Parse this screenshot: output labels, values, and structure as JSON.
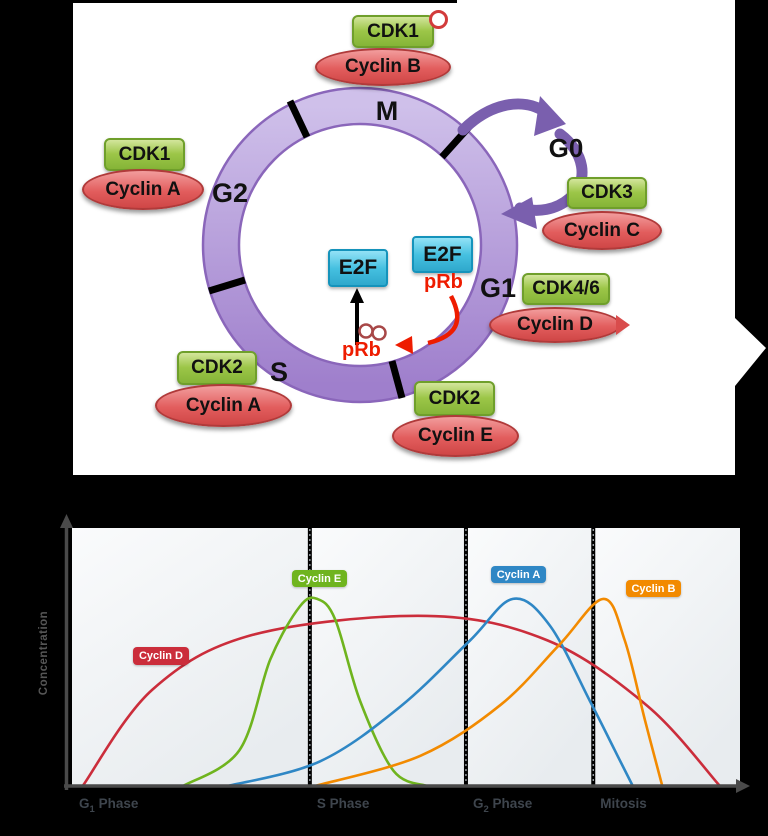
{
  "colors": {
    "background": "#000000",
    "panel": "#ffffff",
    "ring_fill_top": "#cfc0ea",
    "ring_fill_bottom": "#9f7fcc",
    "ring_border": "#8a66ba",
    "g0_arrow": "#7a5fae",
    "cdk_box": "#9cc648",
    "cdk_box_border": "#6f9f2b",
    "cyclin_ellipse": "#e25d5d",
    "cyclin_border": "#b03a3a",
    "e2f_box": "#45c0e0",
    "e2f_border": "#1593bb",
    "prb_text": "#ee1c00",
    "axis": "#4a4a4a",
    "band": "#eef1f4",
    "xlabel_text": "#3e454d"
  },
  "diagram": {
    "phases": {
      "m": "M",
      "g2": "G2",
      "s": "S",
      "g1": "G1",
      "g0": "G0"
    },
    "complexes": [
      {
        "position": "top",
        "cdk": "CDK1",
        "cyclin": "Cyclin B",
        "phosphorylated": true
      },
      {
        "position": "left",
        "cdk": "CDK1",
        "cyclin": "Cyclin A",
        "phosphorylated": false
      },
      {
        "position": "right",
        "cdk": "CDK3",
        "cyclin": "Cyclin C",
        "phosphorylated": false
      },
      {
        "position": "right-lower",
        "cdk": "CDK4/6",
        "cyclin": "Cyclin D",
        "phosphorylated": false
      },
      {
        "position": "bottom-right",
        "cdk": "CDK2",
        "cyclin": "Cyclin E",
        "phosphorylated": false
      },
      {
        "position": "bottom-left",
        "cdk": "CDK2",
        "cyclin": "Cyclin A",
        "phosphorylated": false
      }
    ],
    "e2f_free": "E2F",
    "e2f_bound": "E2F",
    "prb_bound": "pRb",
    "prb_phospho": "pRb"
  },
  "chart_data": {
    "type": "line",
    "title": "",
    "ylabel": "Concentration",
    "xlabel_phases": [
      {
        "pre": "G",
        "sub": "1",
        "post": " Phase"
      },
      {
        "pre": "S",
        "sub": "",
        "post": " Phase"
      },
      {
        "pre": "G",
        "sub": "2",
        "post": " Phase"
      },
      {
        "pre": "Mitosis",
        "sub": "",
        "post": ""
      }
    ],
    "phase_boundaries_pct": [
      0,
      35.5,
      58.8,
      77.8,
      100
    ],
    "x_unit": "progress through cell cycle (%)",
    "y_range": [
      0,
      100
    ],
    "grid": "dotted vertical separators at phase boundaries",
    "legend": "inline color chips above each curve",
    "series": [
      {
        "name": "Cyclin D",
        "color": "#cb2d3b",
        "points": [
          [
            1.6,
            0
          ],
          [
            12,
            51
          ],
          [
            27,
            80
          ],
          [
            53,
            90
          ],
          [
            71,
            77
          ],
          [
            86,
            42
          ],
          [
            96.7,
            0
          ]
        ]
      },
      {
        "name": "Cyclin E",
        "color": "#6fb41e",
        "points": [
          [
            16.6,
            0
          ],
          [
            25,
            19
          ],
          [
            29.6,
            67
          ],
          [
            34,
            95
          ],
          [
            36.6,
            99
          ],
          [
            39.3,
            88
          ],
          [
            43,
            45
          ],
          [
            48,
            8
          ],
          [
            53,
            0
          ]
        ]
      },
      {
        "name": "Cyclin A",
        "color": "#2f87c5",
        "points": [
          [
            23.3,
            0
          ],
          [
            37,
            13
          ],
          [
            49,
            42
          ],
          [
            59.4,
            77
          ],
          [
            65.8,
            99
          ],
          [
            71.3,
            85
          ],
          [
            77.3,
            45
          ],
          [
            81,
            19
          ],
          [
            83.7,
            0
          ]
        ]
      },
      {
        "name": "Cyclin B",
        "color": "#f28a00",
        "points": [
          [
            36.3,
            0
          ],
          [
            52,
            16
          ],
          [
            64,
            43
          ],
          [
            72.8,
            75
          ],
          [
            79.3,
            99
          ],
          [
            82.5,
            77
          ],
          [
            85.5,
            35
          ],
          [
            88.1,
            0
          ]
        ]
      }
    ]
  }
}
